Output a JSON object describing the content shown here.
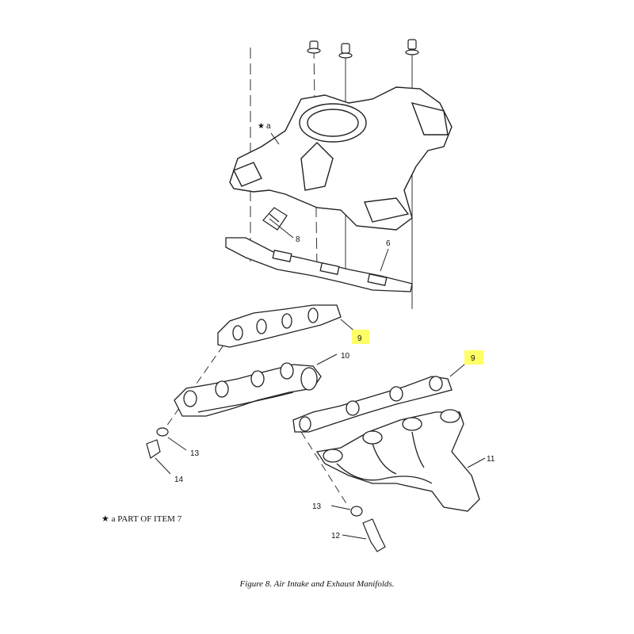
{
  "diagram": {
    "callouts": {
      "c8": "8",
      "c6": "6",
      "c9_left": "9",
      "c9_right": "9",
      "c10": "10",
      "c11": "11",
      "c12": "12",
      "c13_left": "13",
      "c13_right": "13",
      "c14": "14",
      "a_label": "a"
    },
    "note": "PART OF ITEM 7",
    "note_prefix": "★ a",
    "caption": "Figure 8. Air Intake and Exhaust Manifolds.",
    "highlight_color": "#ffff66",
    "line_color": "#222222"
  }
}
